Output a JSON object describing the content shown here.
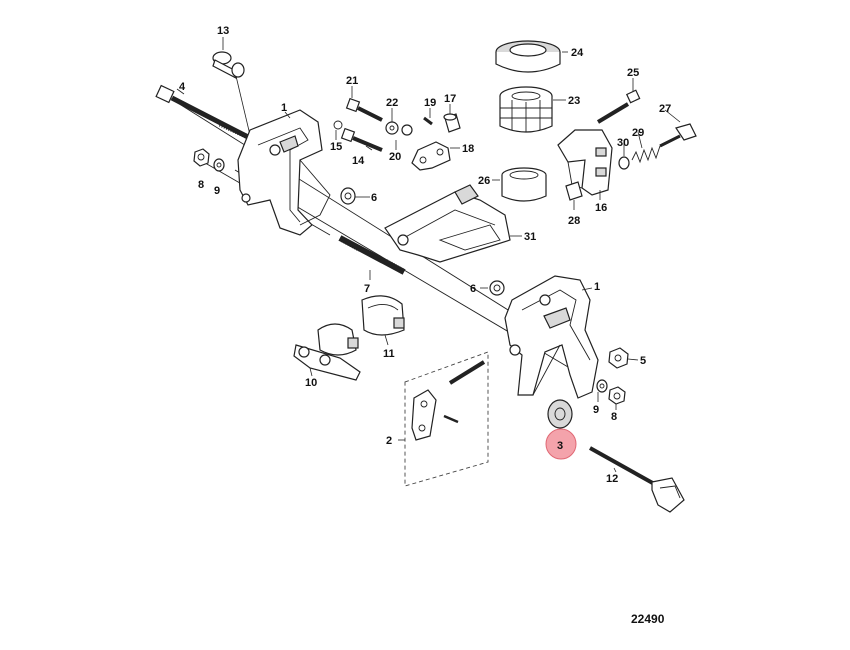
{
  "diagram": {
    "id_number": "22490",
    "highlighted_callout": "3",
    "highlight_color": "#f4a3ab",
    "callouts": {
      "c13": "13",
      "c24": "24",
      "c4": "4",
      "c21": "21",
      "c22": "22",
      "c19": "19",
      "c17": "17",
      "c25": "25",
      "c23": "23",
      "c27": "27",
      "c1a": "1",
      "c15": "15",
      "c20": "20",
      "c14": "14",
      "c18": "18",
      "c30": "30",
      "c29": "29",
      "c8a": "8",
      "c9a": "9",
      "c26": "26",
      "c6a": "6",
      "c16": "16",
      "c28": "28",
      "c31": "31",
      "c7": "7",
      "c6b": "6",
      "c1b": "1",
      "c11": "11",
      "c10": "10",
      "c5": "5",
      "c9b": "9",
      "c8b": "8",
      "c2": "2",
      "c3": "3",
      "c12": "12"
    }
  }
}
